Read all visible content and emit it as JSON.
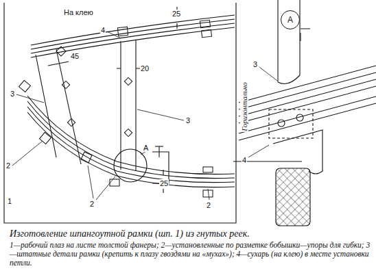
{
  "diagram": {
    "title": "Изготовление шпангоутной рамки (шп. 1) из гнутых реек.",
    "caption": "1—рабочий плаз на листе толстой фанеры; 2—установленные по разметке бобышки—упоры для гибки; 3—штатные детали рамки (крепить к плазу гвоздями на «мухах»); 4—сухарь (на клею) в месте установки петли.",
    "nodes": [
      {
        "text": [
          "А"
        ]
      }
    ],
    "labels": [
      "На клею",
      "4",
      "25",
      "20",
      "45",
      "3",
      "3",
      "2",
      "2",
      "2",
      "1",
      "25",
      "А",
      "3",
      "4",
      "Горизонтально"
    ]
  }
}
